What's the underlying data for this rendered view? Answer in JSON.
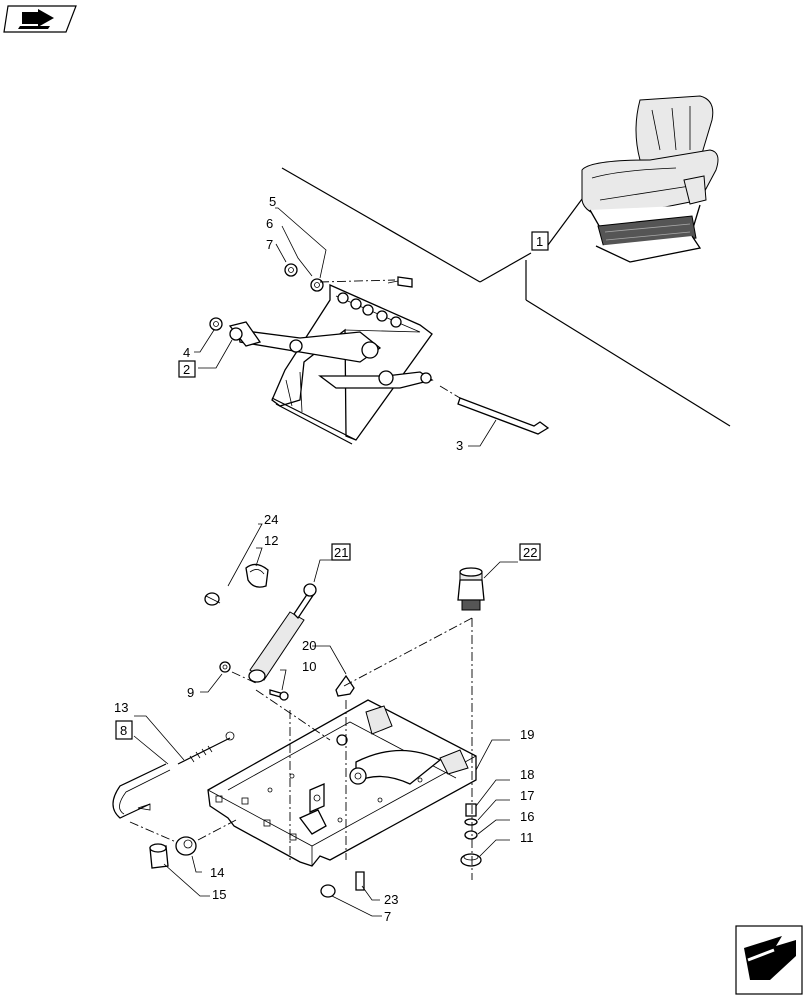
{
  "labels": {
    "p1": "1",
    "p2": "2",
    "p3": "3",
    "p4": "4",
    "p5": "5",
    "p6": "6",
    "p7a": "7",
    "p8": "8",
    "p9": "9",
    "p10": "10",
    "p11": "11",
    "p12": "12",
    "p13": "13",
    "p14": "14",
    "p15": "15",
    "p16": "16",
    "p17": "17",
    "p18": "18",
    "p19": "19",
    "p20": "20",
    "p21": "21",
    "p22": "22",
    "p23": "23",
    "p24": "24",
    "p7b": "7"
  },
  "icons": {
    "top_left": "book-arrow-icon",
    "bottom_right": "next-page-arrow-icon"
  }
}
